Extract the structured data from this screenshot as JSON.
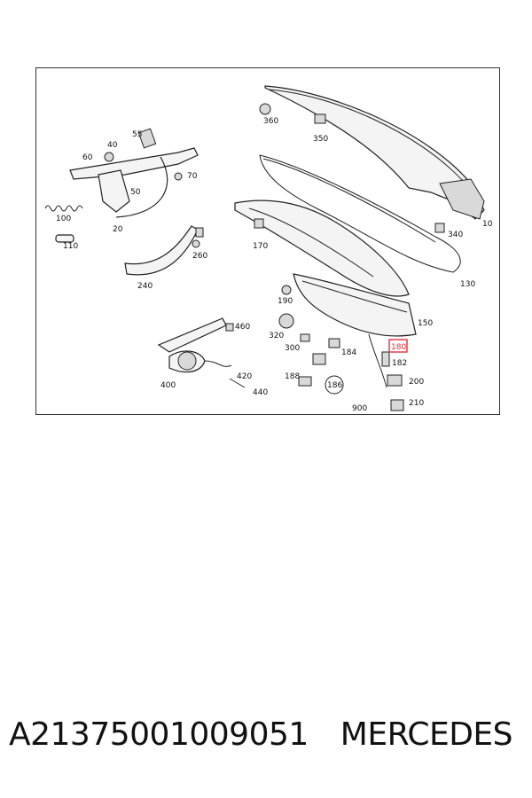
{
  "part_number": "A21375001009051",
  "brand": "MERCEDES",
  "callouts": {
    "c360": "360",
    "c350": "350",
    "c55": "55",
    "c40": "40",
    "c60": "60",
    "c70": "70",
    "c50": "50",
    "c10": "10",
    "c100": "100",
    "c20": "20",
    "c340": "340",
    "c170": "170",
    "c110": "110",
    "c260": "260",
    "c130": "130",
    "c240": "240",
    "c190": "190",
    "c150": "150",
    "c460": "460",
    "c320": "320",
    "c300": "300",
    "c180": "180",
    "c184": "184",
    "c182": "182",
    "c400": "400",
    "c420": "420",
    "c188": "188",
    "c200": "200",
    "c440": "440",
    "c186": "186",
    "c900": "900",
    "c210": "210"
  },
  "highlighted_callout": "180",
  "colors": {
    "highlight": "#e0303a",
    "line": "#222222"
  }
}
